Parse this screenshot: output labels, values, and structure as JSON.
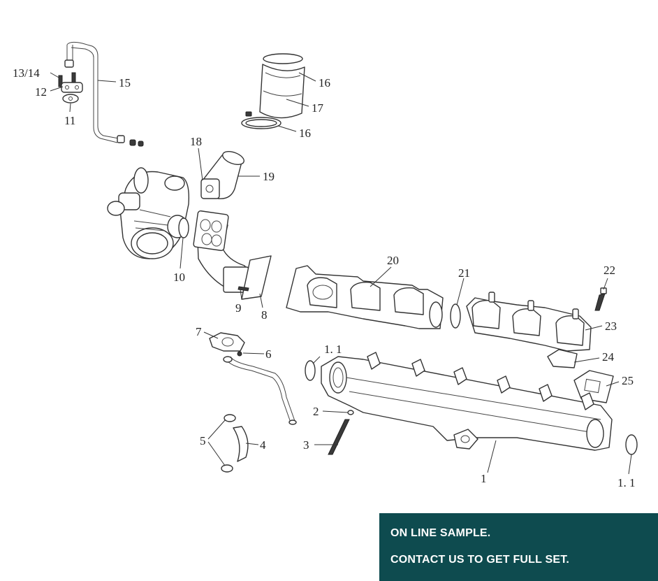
{
  "diagram": {
    "callouts": {
      "c13_14": "13/14",
      "c12": "12",
      "c11": "11",
      "c15": "15",
      "c16a": "16",
      "c17": "17",
      "c16b": "16",
      "c18": "18",
      "c19": "19",
      "c10": "10",
      "c9": "9",
      "c8": "8",
      "c20": "20",
      "c21": "21",
      "c22": "22",
      "c23": "23",
      "c24": "24",
      "c25": "25",
      "c7": "7",
      "c6": "6",
      "c1_1a": "1. 1",
      "c2": "2",
      "c3": "3",
      "c5": "5",
      "c4": "4",
      "c1": "1",
      "c1_1b": "1. 1"
    }
  },
  "banner": {
    "line1": "ON LINE SAMPLE.",
    "line2": "CONTACT US TO GET FULL SET."
  }
}
